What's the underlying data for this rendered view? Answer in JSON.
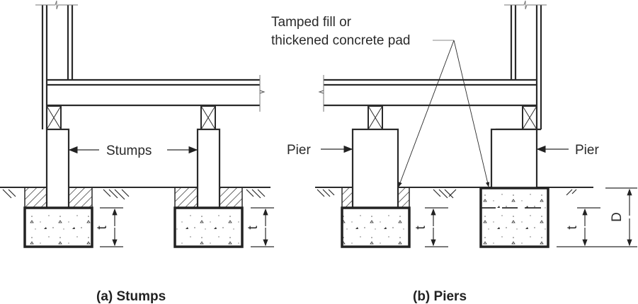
{
  "figure": {
    "panels": [
      {
        "caption": "(a) Stumps",
        "label": "Stumps"
      },
      {
        "caption": "(b) Piers",
        "label_left": "Pier",
        "label_right": "Pier"
      }
    ],
    "annotation": {
      "line1": "Tamped fill or",
      "line2": "thickened concrete pad"
    },
    "dimensions": {
      "thickness": "t",
      "depth": "D"
    }
  }
}
